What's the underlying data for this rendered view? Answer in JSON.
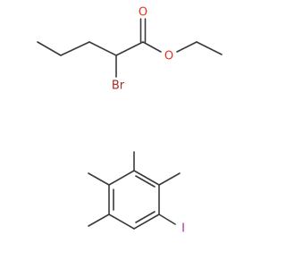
{
  "diagram": {
    "kind": "chemical-structures",
    "bond_color": "#3a3a3a",
    "molecules": [
      {
        "id": "ethyl-2-bromopentanoate",
        "atom_labels": [
          {
            "name": "carbonyl-oxygen-label",
            "text": "O",
            "color": "#e5341d"
          },
          {
            "name": "ester-oxygen-label",
            "text": "O",
            "color": "#e5341d"
          },
          {
            "name": "bromine-label",
            "text": "Br",
            "color": "#a52a2a"
          }
        ]
      },
      {
        "id": "iodo-tetramethylbenzene",
        "atom_labels": [
          {
            "name": "iodine-label",
            "text": "I",
            "color": "#a72da7"
          }
        ]
      }
    ]
  }
}
